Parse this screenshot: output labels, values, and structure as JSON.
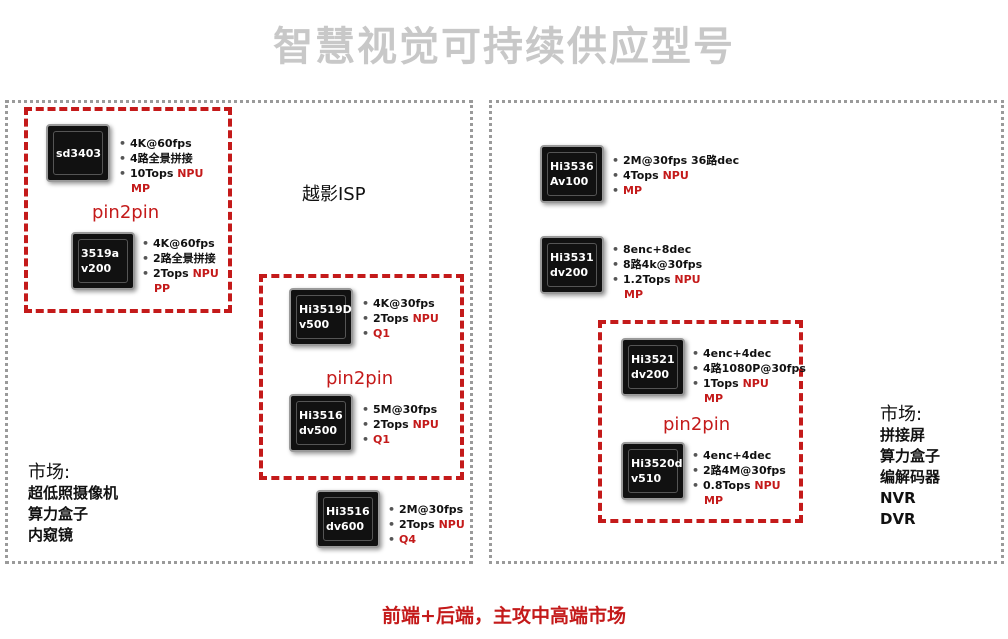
{
  "title": "智慧视觉可持续供应型号",
  "chips": {
    "sd3403": {
      "name1": "sd3403",
      "name2": "",
      "specs": [
        "4K@60fps",
        "4路全景拼接"
      ],
      "npu": "10Tops",
      "npu_tag": "NPU",
      "pkg": "MP"
    },
    "c3519a": {
      "name1": "3519a",
      "name2": "v200",
      "specs": [
        "4K@60fps",
        "2路全景拼接"
      ],
      "npu": "2Tops",
      "npu_tag": "NPU",
      "pkg": "PP"
    },
    "hi3519d": {
      "name1": "Hi3519D",
      "name2": "v500",
      "specs": [
        "4K@30fps"
      ],
      "npu": "2Tops",
      "npu_tag": "NPU",
      "pkg": "Q1"
    },
    "hi3516dv500": {
      "name1": "Hi3516",
      "name2": "dv500",
      "specs": [
        "5M@30fps"
      ],
      "npu": "2Tops",
      "npu_tag": "NPU",
      "pkg": "Q1"
    },
    "hi3516dv600": {
      "name1": "Hi3516",
      "name2": "dv600",
      "specs": [
        "2M@30fps"
      ],
      "npu": "2Tops",
      "npu_tag": "NPU",
      "pkg": "Q4"
    },
    "hi3536": {
      "name1": "Hi3536",
      "name2": "Av100",
      "specs": [
        "2M@30fps 36路dec"
      ],
      "npu": "4Tops",
      "npu_tag": "NPU",
      "pkg": "MP"
    },
    "hi3531": {
      "name1": "Hi3531",
      "name2": "dv200",
      "specs": [
        "8enc+8dec",
        "8路4k@30fps"
      ],
      "npu": "1.2Tops",
      "npu_tag": "NPU",
      "pkg": "MP"
    },
    "hi3521": {
      "name1": "Hi3521",
      "name2": "dv200",
      "specs": [
        "4enc+4dec",
        "4路1080P@30fps"
      ],
      "npu": "1Tops",
      "npu_tag": "NPU",
      "pkg": "MP"
    },
    "hi3520d": {
      "name1": "Hi3520d",
      "name2": "v510",
      "specs": [
        "4enc+4dec",
        "2路4M@30fps"
      ],
      "npu": "0.8Tops",
      "npu_tag": "NPU",
      "pkg": "MP"
    }
  },
  "pin_label": "pin2pin",
  "isp_label": "越影ISP",
  "left_market": {
    "heading": "市场:",
    "items": [
      "超低照摄像机",
      "算力盒子",
      "内窥镜"
    ]
  },
  "right_market": {
    "heading": "市场:",
    "items": [
      "拼接屏",
      "算力盒子",
      "编解码器",
      "NVR",
      "DVR"
    ]
  },
  "footer": "前端+后端，主攻中高端市场",
  "colors": {
    "accent": "#c41a1a",
    "title_gray": "#c8c8c8",
    "chip": "#111111"
  }
}
